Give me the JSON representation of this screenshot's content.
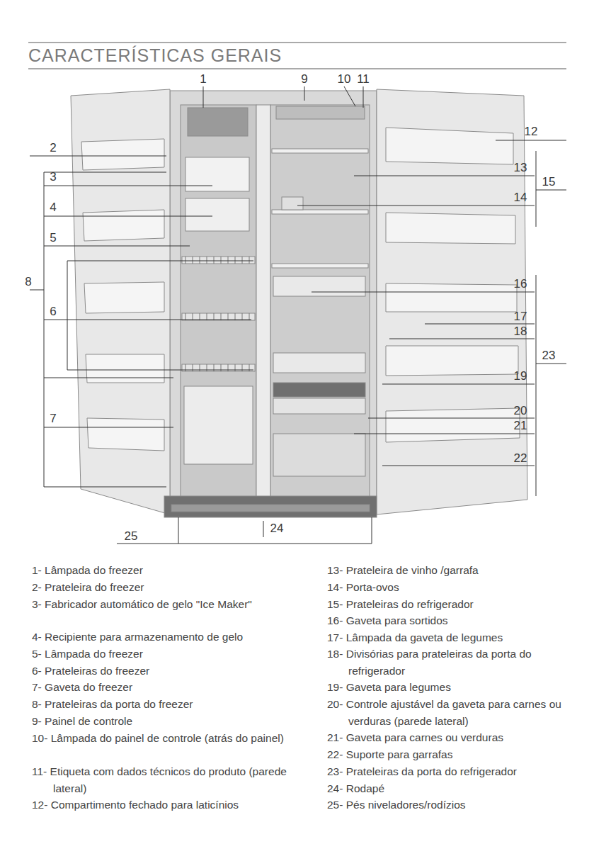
{
  "diagram": {
    "title": "CARACTERÍSTICAS GERAIS",
    "labels": [
      "1",
      "9",
      "10",
      "11",
      "12",
      "2",
      "13",
      "3",
      "15",
      "14",
      "4",
      "5",
      "8",
      "16",
      "6",
      "17",
      "18",
      "23",
      "19",
      "20",
      "7",
      "21",
      "22",
      "24",
      "25",
      "1- Lâmpada do freezer",
      "2- Prateleira do freezer",
      "3- Fabricador automático de gelo \"Ice Maker\"",
      "4- Recipiente para armazenamento de gelo",
      "5- Lâmpada do freezer",
      "6- Prateleiras do freezer",
      "7- Gaveta do freezer",
      "8- Prateleiras da porta do freezer",
      "9- Painel de controle",
      "10- Lâmpada do painel de controle (atrás do painel)",
      "11- Etiqueta com dados técnicos do produto (parede lateral)",
      "12- Compartimento fechado para laticínios",
      "13- Prateleira de vinho /garrafa",
      "14- Porta-ovos",
      "15- Prateleiras do refrigerador",
      "16- Gaveta para sortidos",
      "17- Lâmpada da gaveta de legumes",
      "18- Divisórias para prateleiras da porta do refrigerador",
      "19- Gaveta para legumes",
      "20- Controle ajustável da gaveta para carnes ou verduras (parede lateral)",
      "21- Gaveta para carnes ou verduras",
      "22- Suporte para garrafas",
      "23- Prateleiras da porta do refrigerador",
      "24- Rodapé",
      "25- Pés niveladores/rodízios"
    ]
  }
}
